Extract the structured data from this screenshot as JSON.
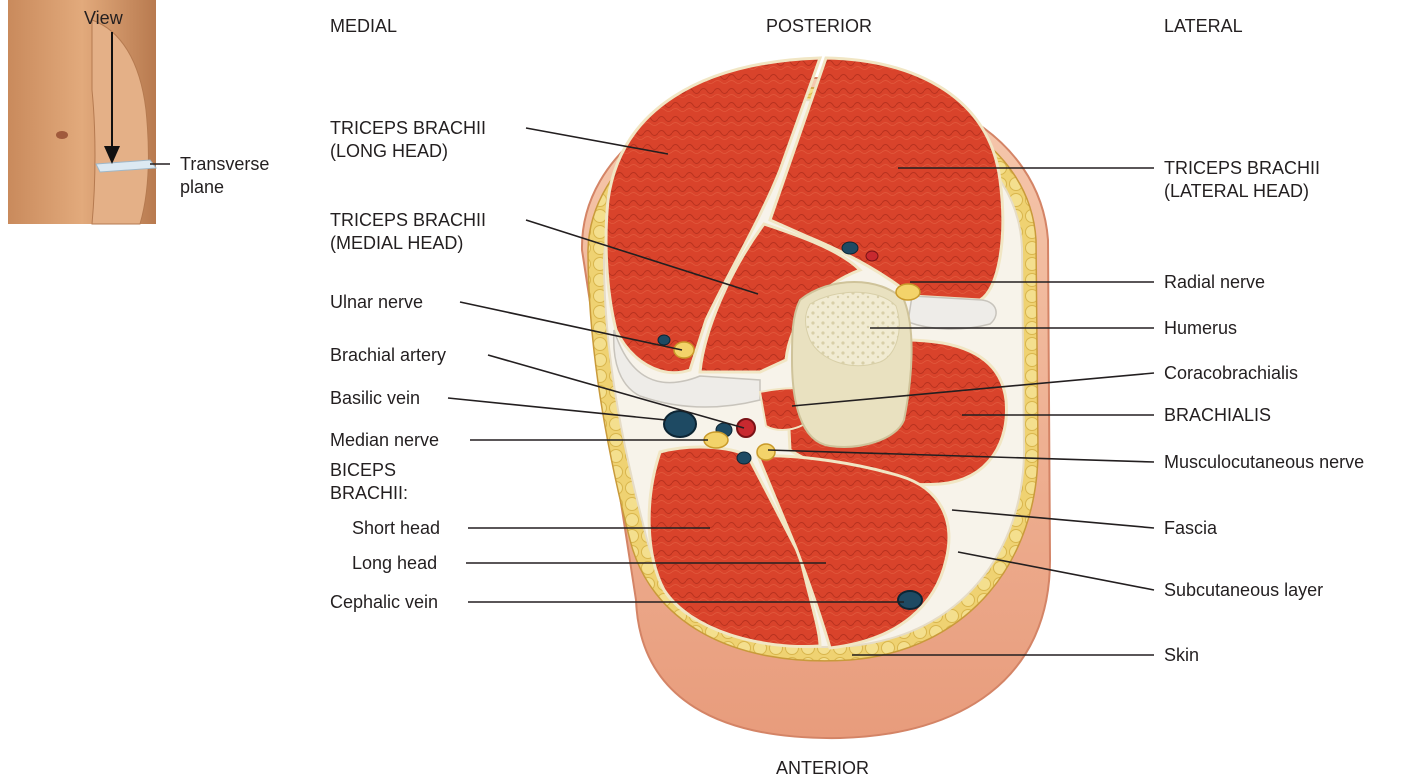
{
  "orientation": {
    "medial": "MEDIAL",
    "posterior": "POSTERIOR",
    "lateral": "LATERAL",
    "anterior": "ANTERIOR"
  },
  "inset": {
    "view": "View",
    "plane_line1": "Transverse",
    "plane_line2": "plane"
  },
  "left_labels": {
    "triceps_long_1": "TRICEPS BRACHII",
    "triceps_long_2": "(LONG HEAD)",
    "triceps_medial_1": "TRICEPS BRACHII",
    "triceps_medial_2": "(MEDIAL HEAD)",
    "ulnar_nerve": "Ulnar nerve",
    "brachial_artery": "Brachial artery",
    "basilic_vein": "Basilic vein",
    "median_nerve": "Median nerve",
    "biceps_1": "BICEPS",
    "biceps_2": "BRACHII:",
    "short_head": "Short head",
    "long_head": "Long head",
    "cephalic_vein": "Cephalic vein"
  },
  "right_labels": {
    "triceps_lateral_1": "TRICEPS BRACHII",
    "triceps_lateral_2": "(LATERAL HEAD)",
    "radial_nerve": "Radial nerve",
    "humerus": "Humerus",
    "coracobrachialis": "Coracobrachialis",
    "brachialis": "BRACHIALIS",
    "musculocutaneous_nerve": "Musculocutaneous nerve",
    "fascia": "Fascia",
    "subcutaneous_layer": "Subcutaneous layer",
    "skin": "Skin"
  },
  "colors": {
    "muscle": "#d9432b",
    "fat": "#f0d577",
    "skin": "#f2b89a",
    "bone": "#ece5c8",
    "nerve": "#f3d36a",
    "vein": "#1e4a63",
    "artery": "#c8292f"
  }
}
